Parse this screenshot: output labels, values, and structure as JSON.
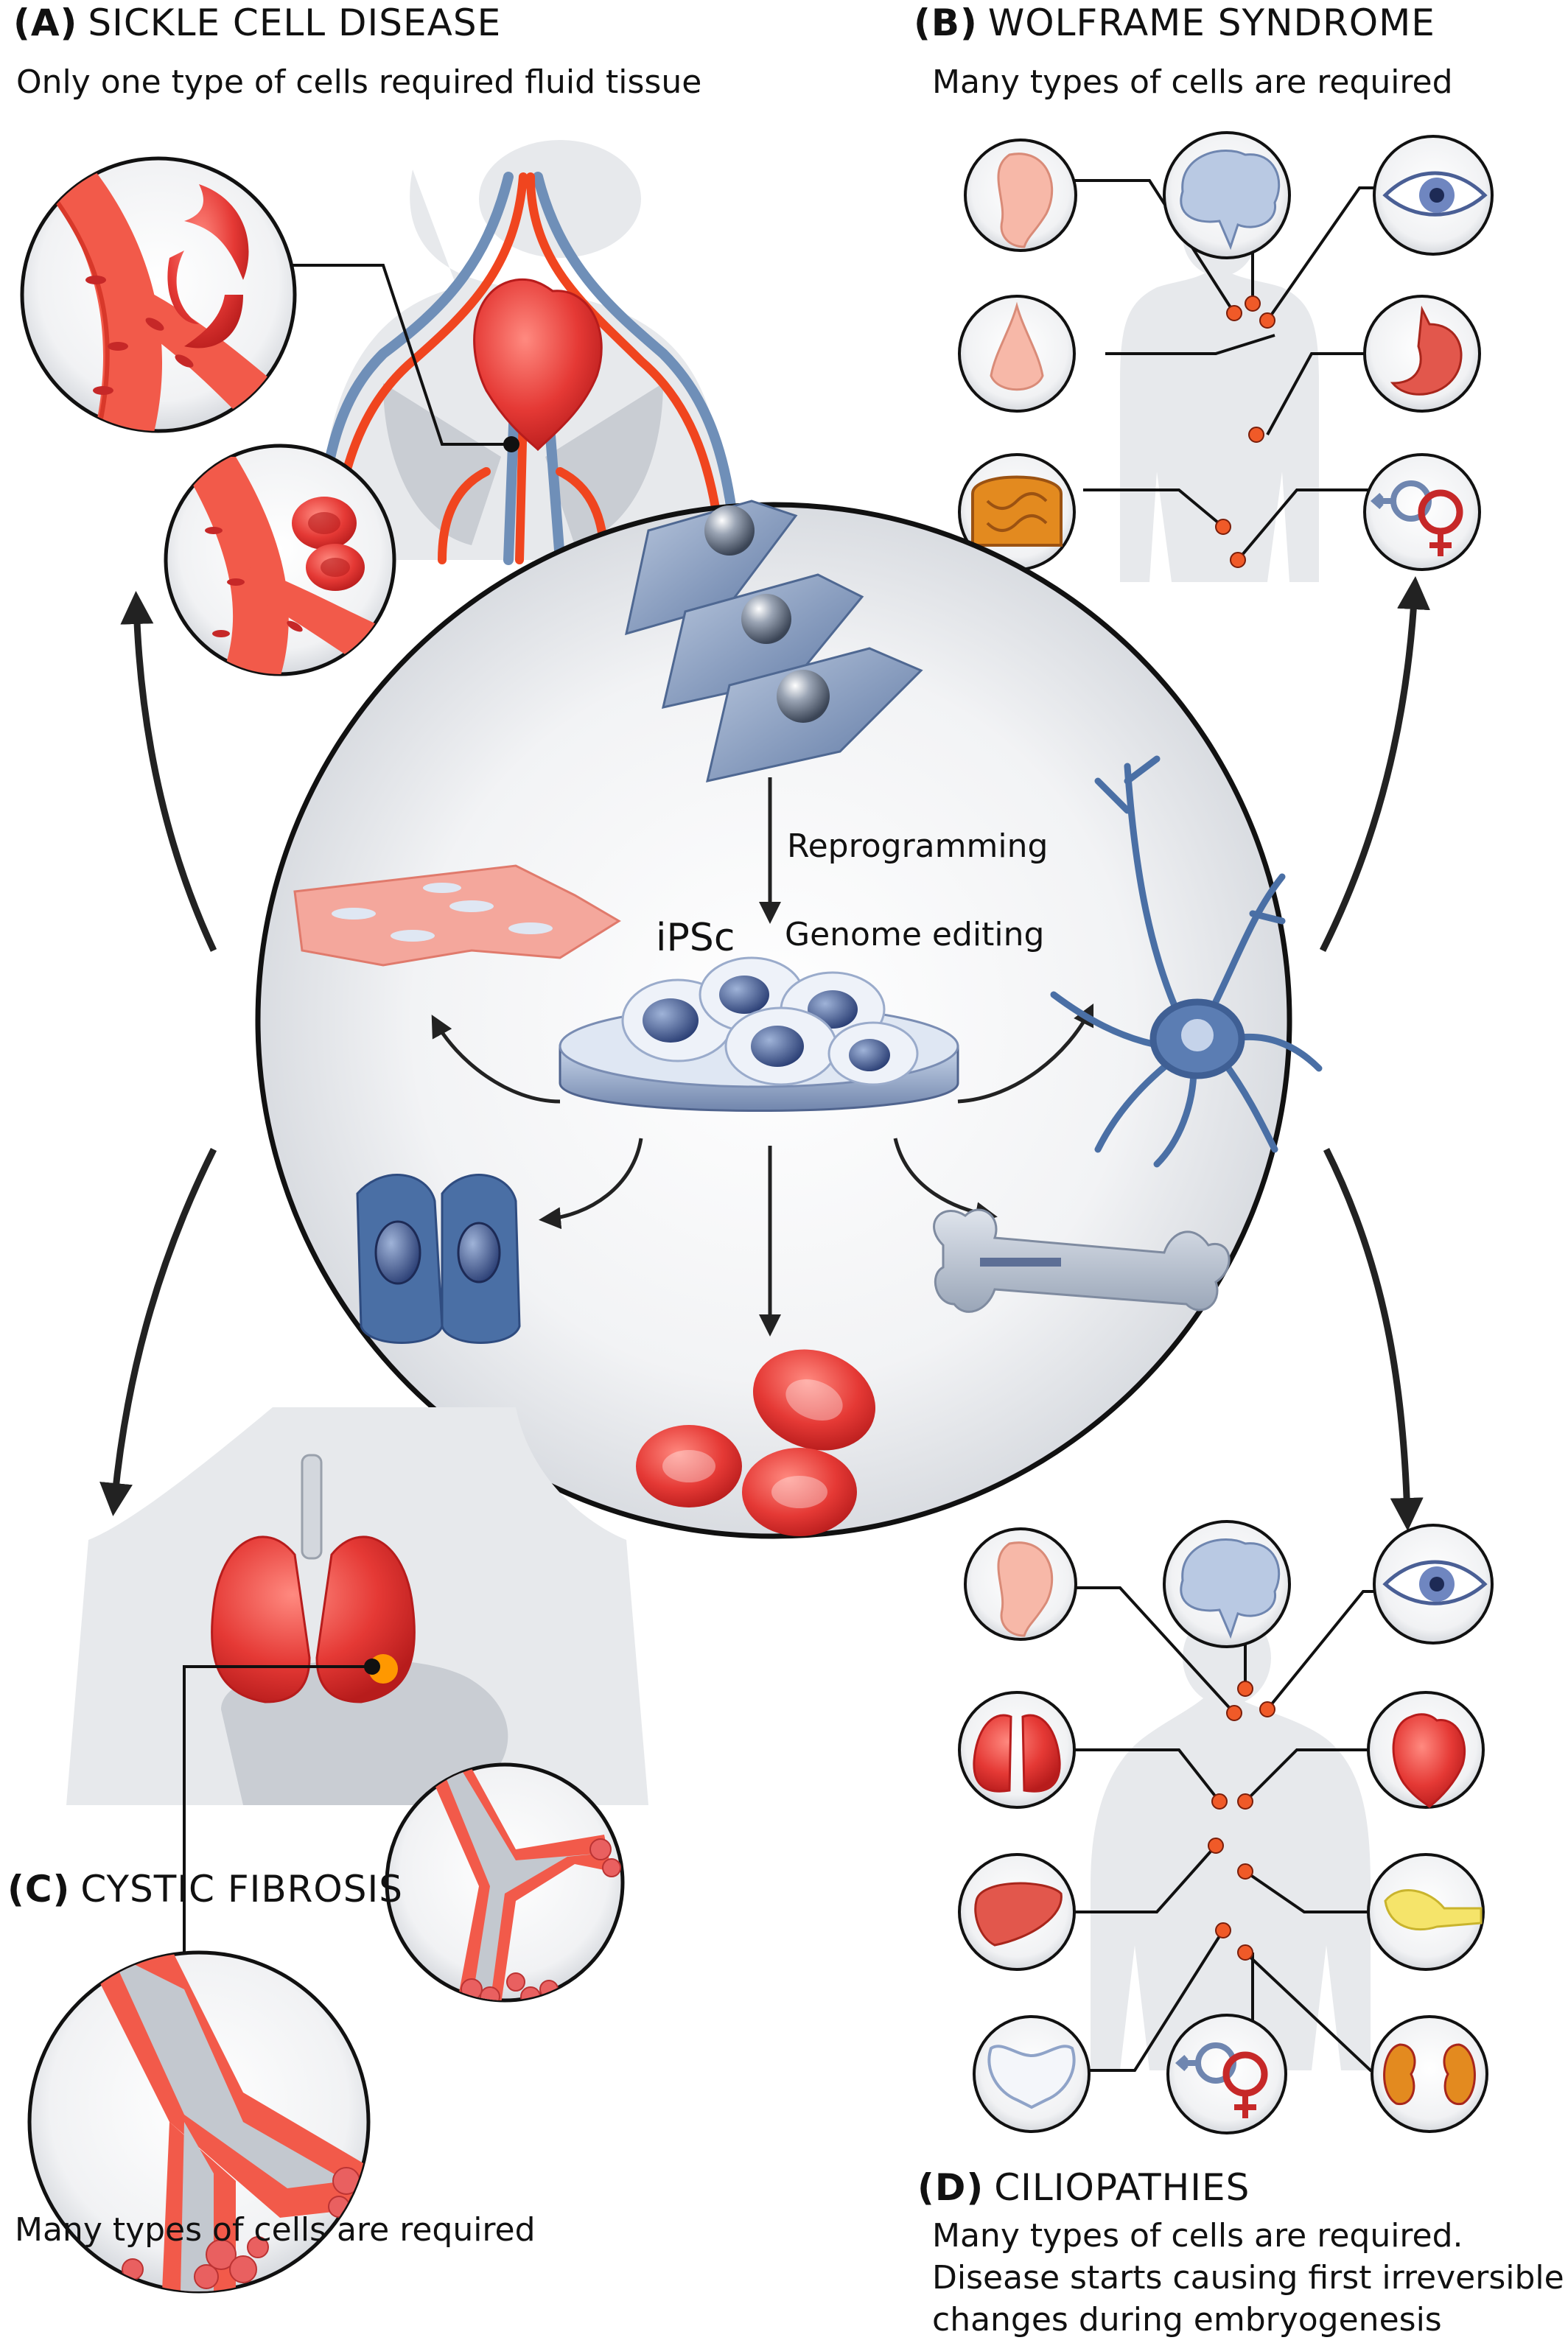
{
  "panels": {
    "a": {
      "letter": "(A)",
      "title": "SICKLE CELL DISEASE",
      "subtitle": "Only one type of cells required fluid tissue"
    },
    "b": {
      "letter": "(B)",
      "title": "WOLFRAME SYNDROME",
      "subtitle": "Many types of cells are required"
    },
    "c": {
      "letter": "(C)",
      "title": "CYSTIC FIBROSIS",
      "subtitle": "Many types of cells are required"
    },
    "d": {
      "letter": "(D)",
      "title": "CILIOPATHIES",
      "subtitle_lines": [
        "Many types of cells are required.",
        "Disease starts causing first irreversible",
        "changes during embryogenesis"
      ]
    }
  },
  "center": {
    "reprogramming": "Reprogramming",
    "ipsc": "iPSc",
    "genome_editing": "Genome editing"
  },
  "icons": {
    "b": [
      "ear-icon",
      "brain-icon",
      "eye-icon",
      "nose-icon",
      "stomach-icon",
      "intestine-icon",
      "sex-symbol-icon"
    ],
    "d": [
      "ear-icon",
      "brain-icon",
      "eye-icon",
      "lungs-icon",
      "heart-icon",
      "liver-icon",
      "pancreas-icon",
      "pelvis-icon",
      "sex-symbol-icon",
      "kidneys-icon"
    ]
  },
  "colors": {
    "blood": "#e53935",
    "vessel": "#f25a4a",
    "blue_vessel": "#6f8fb8",
    "body": "#e3e6ea",
    "organ_dot": "#f05a28",
    "cell_blue": "#4a6fa5"
  }
}
